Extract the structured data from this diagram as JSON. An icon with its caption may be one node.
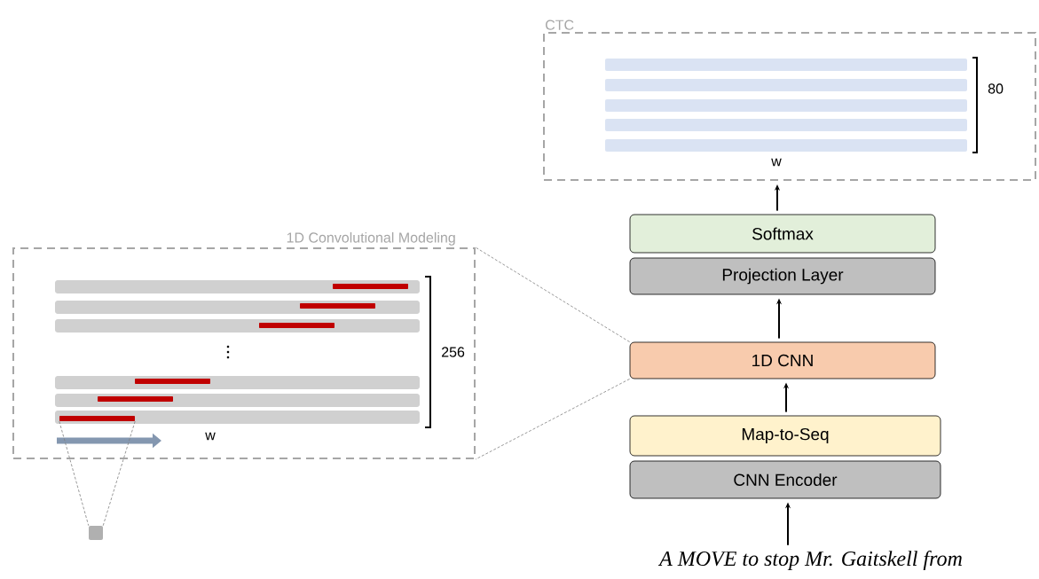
{
  "diagram": {
    "nodes": [
      {
        "text": [
          "CTC"
        ]
      },
      {
        "text": [
          "Softmax"
        ]
      },
      {
        "text": [
          "Projection Layer"
        ]
      },
      {
        "text": [
          "1D CNN"
        ]
      },
      {
        "text": [
          "Map-to-Seq"
        ]
      },
      {
        "text": [
          "CNN Encoder"
        ]
      },
      {
        "text": [
          "A MOVE to stop Mr. Gaitskell from"
        ]
      },
      {
        "text": [
          "1D Convolutional Modeling"
        ]
      },
      {
        "text": [],
        "shape": "box"
      },
      {
        "text": [],
        "shape": "bar",
        "in": 7
      }
    ],
    "edges": [
      {
        "from": 6,
        "to": 5,
        "arrow": "to"
      },
      {
        "from": 4,
        "to": 3,
        "arrow": "to"
      },
      {
        "from": 3,
        "to": 2,
        "arrow": "to"
      },
      {
        "from": 1,
        "to": 0,
        "arrow": "to"
      },
      {
        "from": 3,
        "to": 7,
        "arrow": "none",
        "style": "dashed",
        "color": "#7f7f7f"
      },
      {
        "from": 3,
        "to": 7,
        "arrow": "none",
        "style": "dashed",
        "color": "#7f7f7f"
      },
      {
        "from": 9,
        "to": 8,
        "arrow": "none",
        "style": "dashed",
        "color": "#7f7f7f"
      },
      {
        "from": 9,
        "to": 8,
        "arrow": "none",
        "style": "dashed",
        "color": "#7f7f7f"
      }
    ],
    "labels": [
      "80",
      "w",
      "256",
      "w"
    ]
  }
}
